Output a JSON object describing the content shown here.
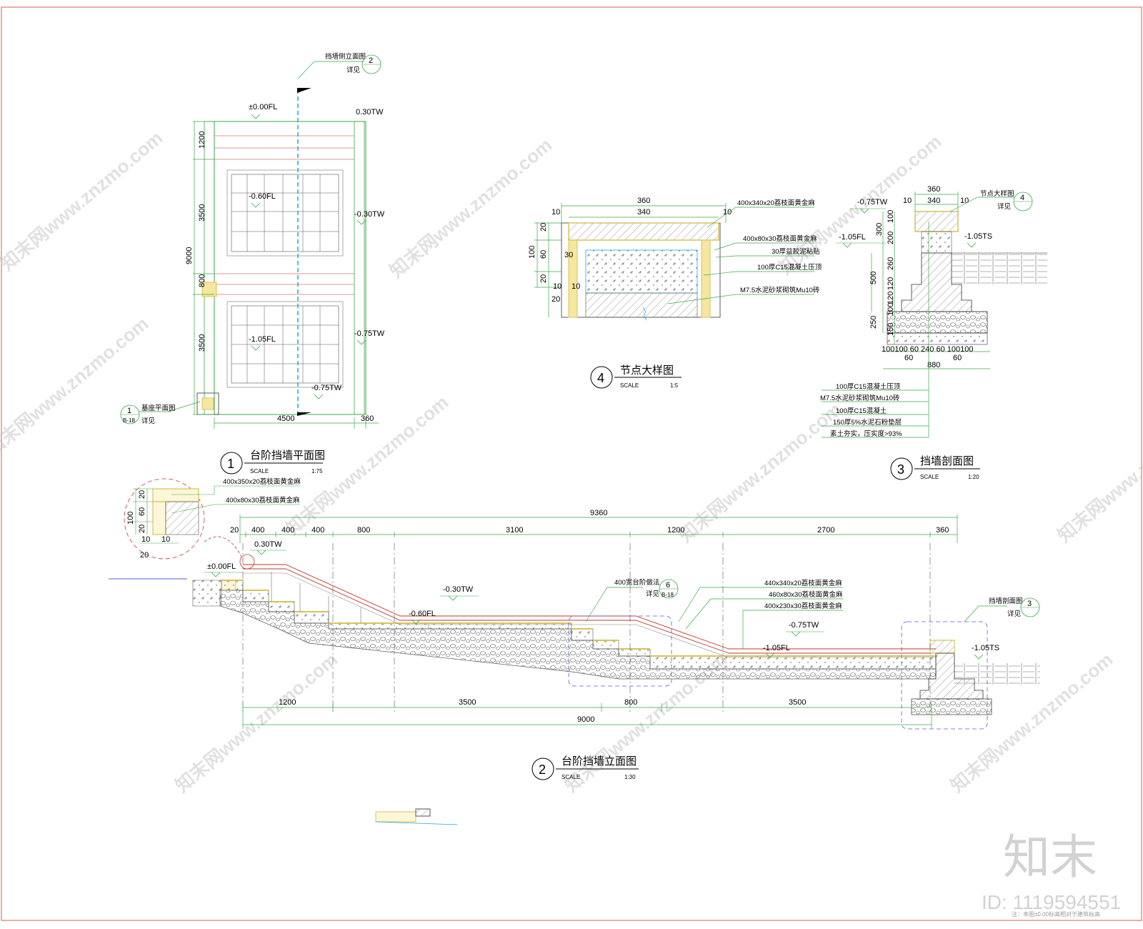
{
  "plan": {
    "title": "台阶挡墙平面图",
    "number": "1",
    "scale_label": "SCALE",
    "scale": "1:75",
    "dims": {
      "d1200": "1200",
      "d3500a": "3500",
      "d9000": "9000",
      "d800": "800",
      "d3500b": "3500",
      "d4500": "4500",
      "d360": "360"
    },
    "levels": {
      "fl000": "±0.00FL",
      "tw030top": "0.30TW",
      "fl060": "-0.60FL",
      "tw030": "-0.30TW",
      "tw075": "-0.75TW",
      "fl105": "-1.05FL",
      "tw075b": "-0.75TW"
    },
    "callout_top": {
      "text": "挡墙侧立面图",
      "sub": "详见",
      "num": "2"
    },
    "callout_left": {
      "text": "基座平面图",
      "sub": "详见",
      "num": "1",
      "ref": "B-18"
    }
  },
  "detail": {
    "title": "节点大样图",
    "number": "4",
    "scale_label": "SCALE",
    "scale": "1:5",
    "top_dims": {
      "d360": "360",
      "d340": "340",
      "d10a": "10",
      "d10b": "10"
    },
    "left_dims": {
      "d20": "20",
      "d100": "100",
      "d60": "60",
      "d20b": "20",
      "d30": "30",
      "d10a": "10",
      "d10b": "10",
      "d20c": "20"
    },
    "labels": [
      "400x340x20荔枝面黄金麻",
      "400x80x30荔枝面黄金麻",
      "30厚益胶泥粘贴",
      "100厚C15混凝土压顶",
      "M7.5水泥砂浆砌筑Mu10砖"
    ]
  },
  "section": {
    "title": "挡墙剖面图",
    "number": "3",
    "scale_label": "SCALE",
    "scale": "1:20",
    "levels": {
      "tw075": "-0.75TW",
      "fl105": "-1.05FL",
      "ts105": "-1.05TS"
    },
    "top_dims": {
      "d360": "360",
      "d10a": "10",
      "d340": "340",
      "d10b": "10"
    },
    "left_dims": {
      "d100": "100",
      "d300": "300",
      "d200": "200",
      "d260": "260",
      "d500": "500",
      "d120a": "120",
      "d120b": "120",
      "d100b": "100",
      "d250": "250",
      "d150": "150"
    },
    "bottom_dims": {
      "row1": "100100  60   240   60 100100",
      "d60a": "60",
      "d60b": "60",
      "d880": "880"
    },
    "callout": {
      "text": "节点大样图",
      "sub": "详见",
      "num": "4"
    },
    "labels": [
      "100厚C15混凝土压顶",
      "M7.5水泥砂浆砌筑Mu10砖",
      "100厚C15混凝土",
      "150厚5%水泥石粉垫层",
      "素土夯实，压实度>93%"
    ]
  },
  "elevation": {
    "title": "台阶挡墙立面图",
    "number": "2",
    "scale_label": "SCALE",
    "scale": "1:30",
    "top_total": "9360",
    "top_dims": [
      "20",
      "400",
      "400",
      "400",
      "800",
      "3100",
      "1200",
      "2700",
      "360"
    ],
    "bottom_dims": [
      "1200",
      "3500",
      "800",
      "3500"
    ],
    "bottom_total": "9000",
    "levels": {
      "tw030": "0.30TW",
      "fl000": "±0.00FL",
      "tw030n": "-0.30TW",
      "fl060": "-0.60FL",
      "tw075": "-0.75TW",
      "fl105": "-1.05FL",
      "ts105": "-1.05TS"
    },
    "step_callout": {
      "text": "400宽台阶做法",
      "sub": "详见",
      "num": "6",
      "ref": "B-18"
    },
    "wall_callout": {
      "text": "挡墙剖面图",
      "sub": "详见",
      "num": "3"
    },
    "labels": [
      "440x340x20荔枝面黄金麻",
      "460x80x30荔枝面黄金麻",
      "400x230x30荔枝面黄金麻"
    ],
    "zoom_labels": [
      "400x350x20荔枝面黄金麻",
      "400x80x30荔枝面黄金麻"
    ],
    "zoom_dims": {
      "d20": "20",
      "d100": "100",
      "d60": "60",
      "d20b": "20",
      "d10a": "10",
      "d10b": "10",
      "d20c": "20"
    }
  },
  "watermark": {
    "text": "知末网www.znzmo.com",
    "brand": "知末",
    "id": "ID: 1119594551",
    "note": "注：本图±0.00标高相对于建筑标高"
  },
  "colors": {
    "frame": "#e07a5f",
    "dim": "#3aa845",
    "cut": "#1aa8e0",
    "stone": "#d8c35a",
    "rail": "#c0392b",
    "box": "#5b5bd6"
  }
}
